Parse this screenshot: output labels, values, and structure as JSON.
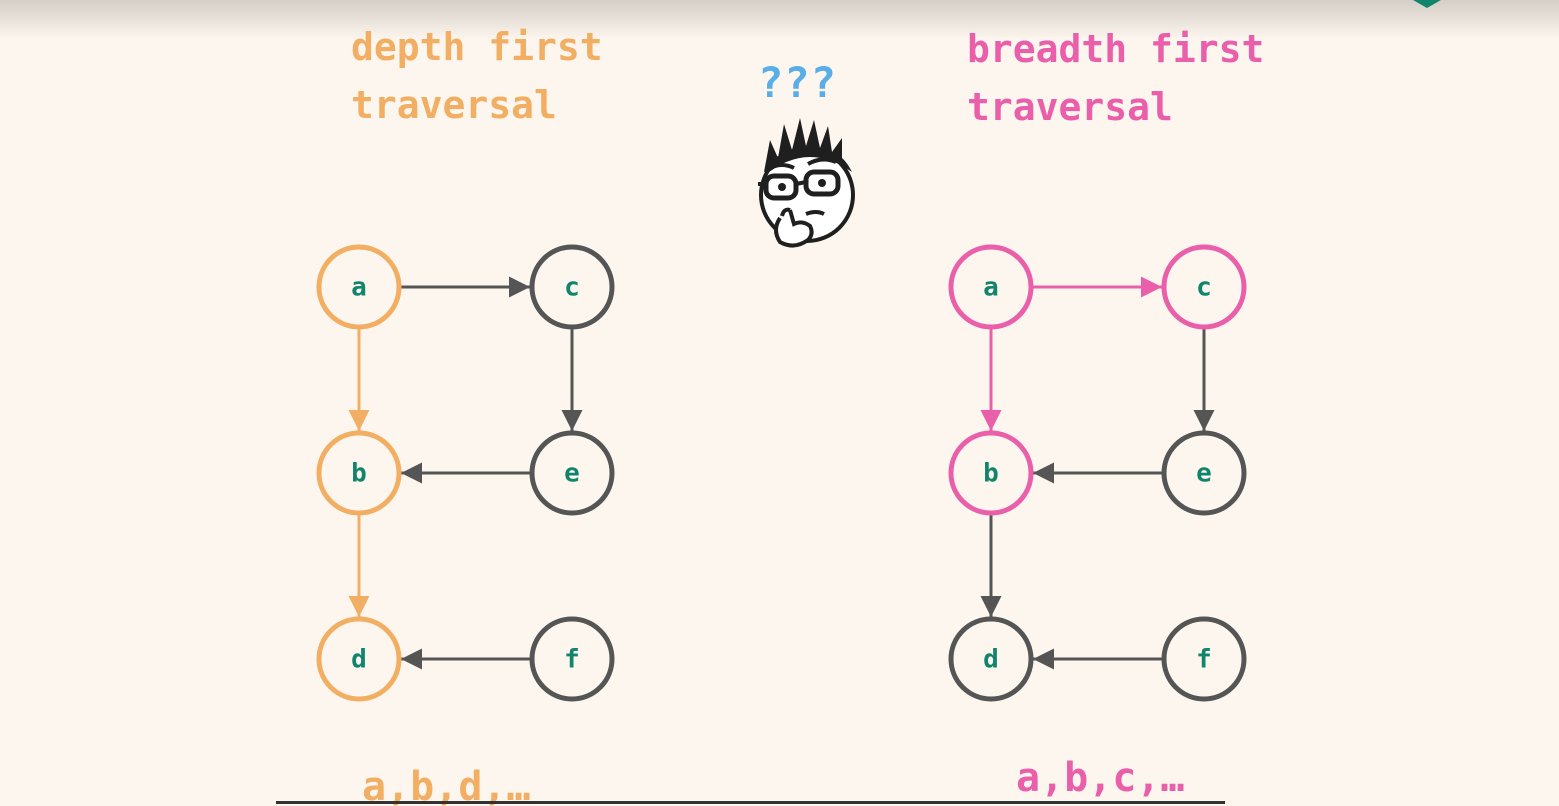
{
  "colors": {
    "background": "#fdf6ee",
    "depth_first": "#f2ae62",
    "breadth_first": "#ea5faa",
    "default_edge": "#555555",
    "node_label": "#11856b",
    "question_marks": "#5aaee8"
  },
  "depth_first": {
    "title_line1": "depth first",
    "title_line2": "traversal",
    "result": "a,b,d,…",
    "nodes": [
      "a",
      "b",
      "c",
      "d",
      "e",
      "f"
    ],
    "edges": [
      [
        "a",
        "c"
      ],
      [
        "a",
        "b"
      ],
      [
        "c",
        "e"
      ],
      [
        "e",
        "b"
      ],
      [
        "b",
        "d"
      ],
      [
        "f",
        "d"
      ]
    ],
    "visited_nodes": [
      "a",
      "b",
      "d"
    ],
    "visited_edges": [
      [
        "a",
        "b"
      ],
      [
        "b",
        "d"
      ]
    ]
  },
  "breadth_first": {
    "title_line1": "breadth first",
    "title_line2": "traversal",
    "result": "a,b,c,…",
    "nodes": [
      "a",
      "b",
      "c",
      "d",
      "e",
      "f"
    ],
    "edges": [
      [
        "a",
        "c"
      ],
      [
        "a",
        "b"
      ],
      [
        "c",
        "e"
      ],
      [
        "e",
        "b"
      ],
      [
        "b",
        "d"
      ],
      [
        "f",
        "d"
      ]
    ],
    "visited_nodes": [
      "a",
      "b",
      "c"
    ],
    "visited_edges": [
      [
        "a",
        "c"
      ],
      [
        "a",
        "b"
      ]
    ]
  },
  "thinker": {
    "question": "???",
    "icon": "thinking-face-icon"
  }
}
